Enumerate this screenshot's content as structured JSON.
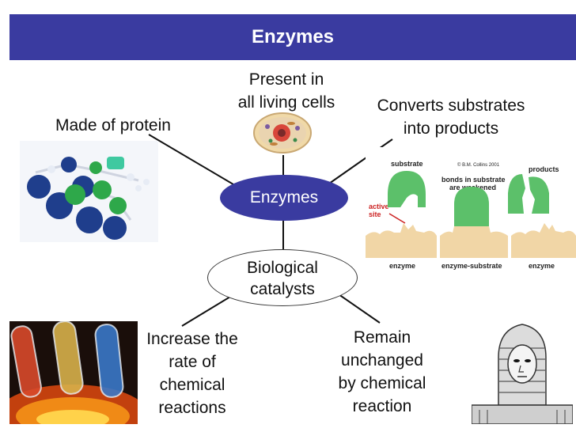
{
  "title": "Enzymes",
  "center_node": "Enzymes",
  "catalyst_node": "Biological\ncatalysts",
  "labels": {
    "made_of_protein": "Made of protein",
    "present_in_cells": "Present in\nall living cells",
    "converts": "Converts substrates\ninto products",
    "increase_rate": "Increase the\nrate of\nchemical\nreactions",
    "remain_unchanged": "Remain\nunchanged\nby chemical\nreaction"
  },
  "enzyme_diagram": {
    "substrate": "substrate",
    "copyright": "© B.M. Collins 2001",
    "products": "products",
    "bonds_weakened": "bonds in substrate\nare weakened",
    "active_site": "active\nsite",
    "enzyme_left": "enzyme",
    "enzyme_substrate": "enzyme-substrate",
    "enzyme_right": "enzyme"
  },
  "colors": {
    "title_bar": "#3a3ba0",
    "center_node": "#3a3ba0",
    "substrate_green": "#5cc06a",
    "enzyme_tan": "#f1d6a6"
  }
}
